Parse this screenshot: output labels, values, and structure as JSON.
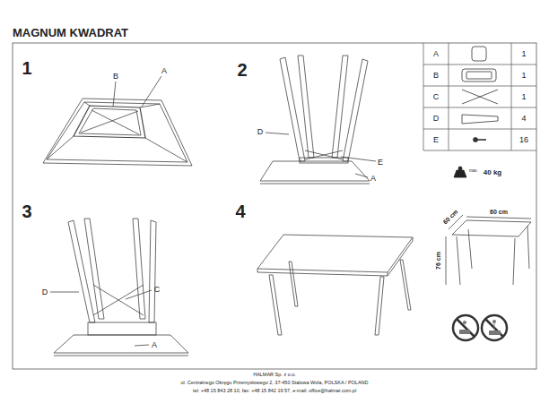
{
  "diagram": {
    "title": "MAGNUM KWADRAT",
    "labels": [
      "1",
      "B",
      "A",
      "2",
      "D",
      "E",
      "A",
      "3",
      "D",
      "C",
      "A",
      "4",
      "A",
      "1",
      "B",
      "1",
      "C",
      "1",
      "D",
      "4",
      "E",
      "16",
      "max.",
      "40 kg",
      "60 cm",
      "60 cm",
      "76 cm",
      "HALMAR Sp. z o.o.",
      "ul. Centralnego Okręgu Przemysłowego 2, 37-450 Stalowa Wola, POLSKA / POLAND",
      "tel: +48 15 843 28 10, fax: +48 15 842 19 57, e-mail: office@halmar.com.pl"
    ]
  }
}
